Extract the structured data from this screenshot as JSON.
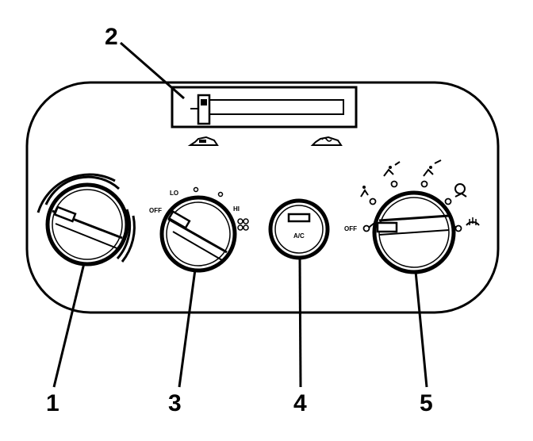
{
  "callouts": {
    "c1": "1",
    "c2": "2",
    "c3": "3",
    "c4": "4",
    "c5": "5"
  },
  "fan_knob": {
    "off_label": "OFF",
    "lo_label": "LO",
    "hi_label": "HI"
  },
  "ac_button": {
    "label": "A/C"
  },
  "mode_knob": {
    "off_label": "OFF"
  },
  "colors": {
    "ink": "#000000",
    "background": "#ffffff"
  }
}
